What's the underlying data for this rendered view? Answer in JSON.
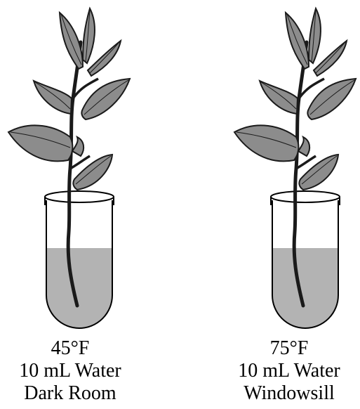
{
  "setups": [
    {
      "temperature": "45°F",
      "volume": "10 mL Water",
      "location": "Dark Room"
    },
    {
      "temperature": "75°F",
      "volume": "10 mL Water",
      "location": "Windowsill"
    }
  ],
  "colors": {
    "leaf_fill": "#8c8c8c",
    "leaf_outline": "#1a1a1a",
    "water": "#b3b3b3",
    "tube_outline": "#000000",
    "stem": "#1a1a1a"
  }
}
